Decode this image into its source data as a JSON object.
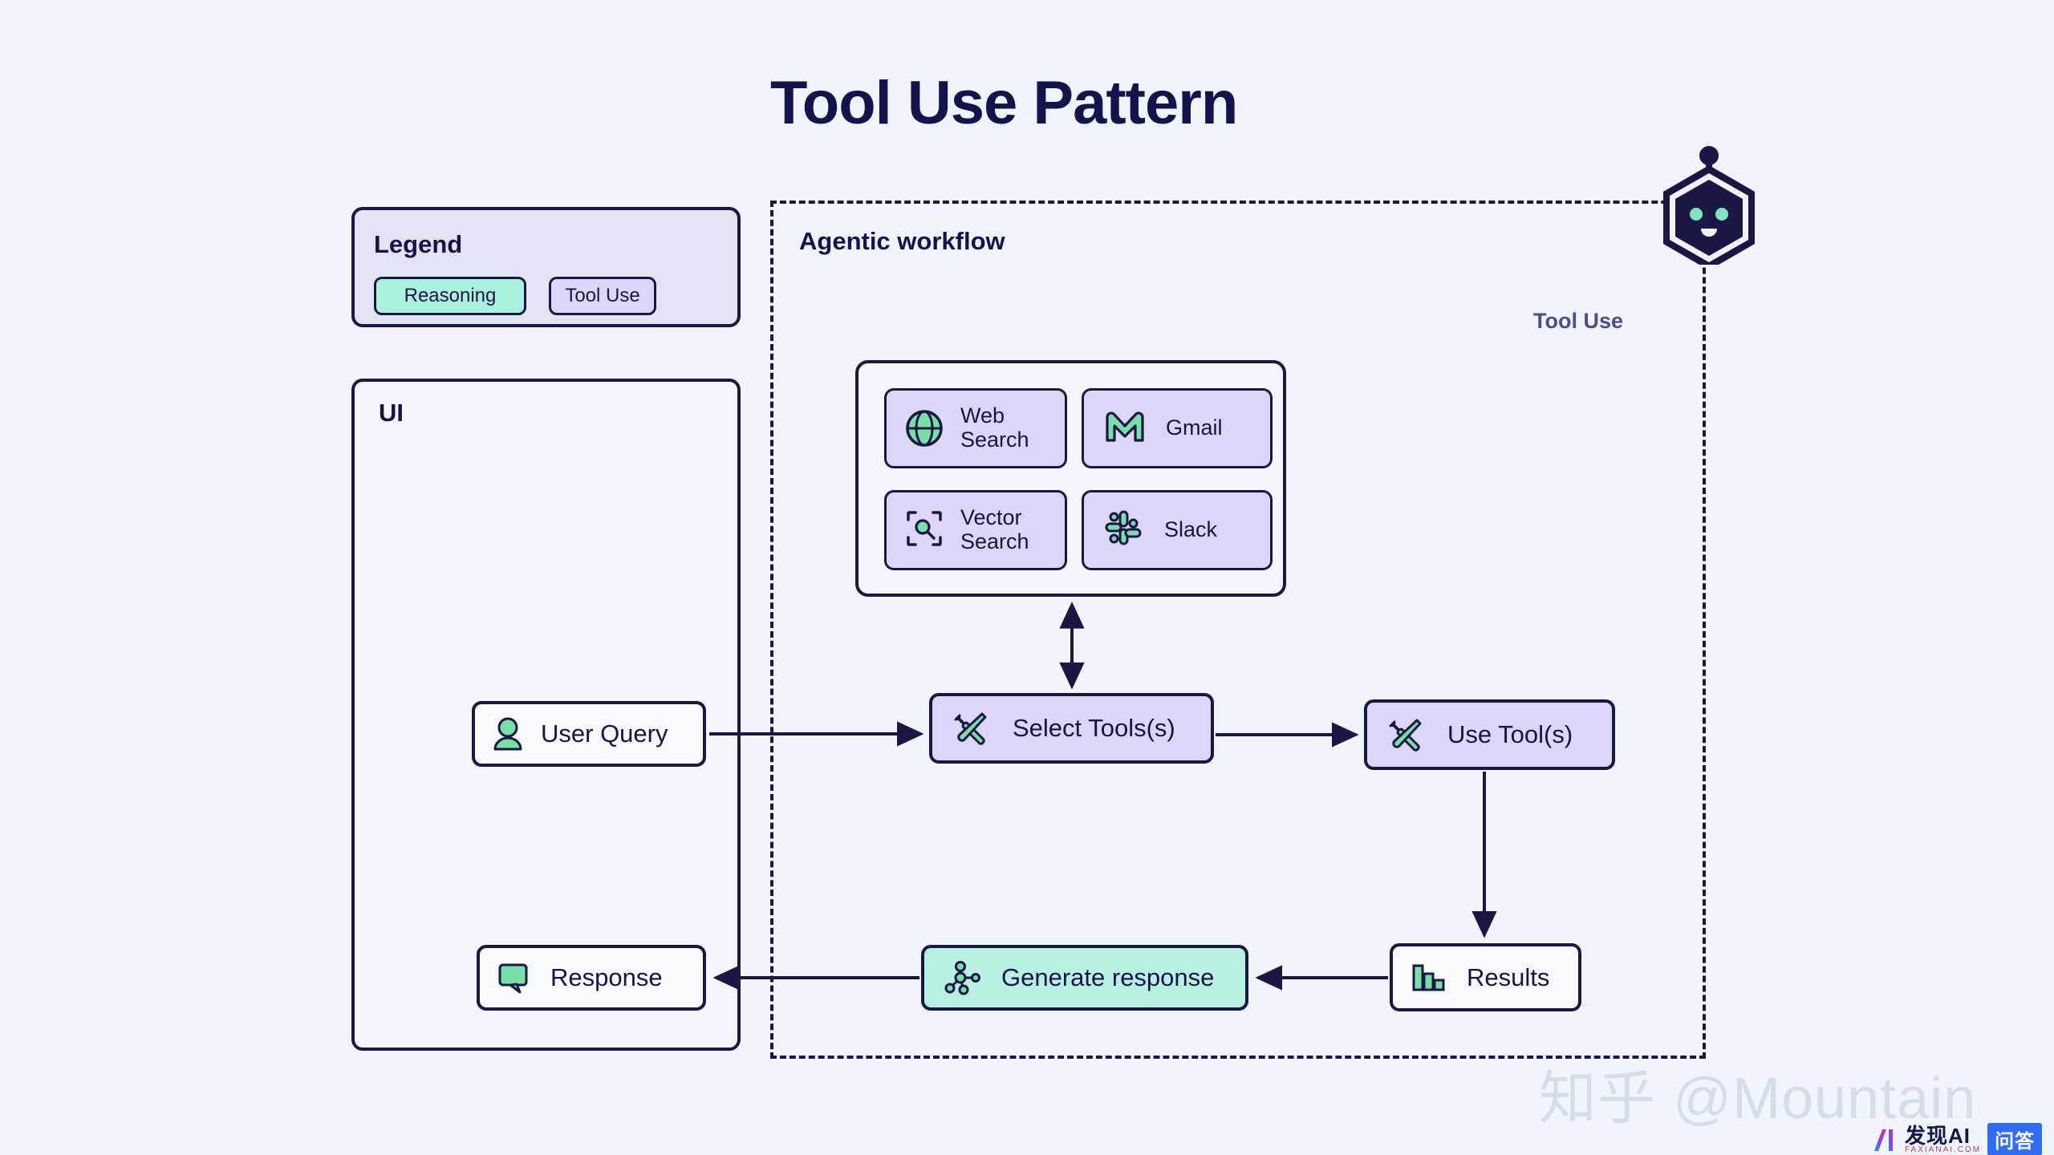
{
  "page": {
    "title": "Tool Use Pattern",
    "background_color": "#f0f4fd",
    "ink_color": "#15134b"
  },
  "legend": {
    "heading": "Legend",
    "items": [
      {
        "label": "Reasoning",
        "color": "#a9f0dd",
        "name": "legend-chip-reasoning"
      },
      {
        "label": "Tool Use",
        "color": "#dcd7f9",
        "name": "legend-chip-tool-use"
      }
    ]
  },
  "ui_panel": {
    "heading": "UI",
    "nodes": [
      {
        "label": "User Query",
        "icon": "user-icon",
        "fill": "#f7f9fc"
      },
      {
        "label": "Response",
        "icon": "speech-bubble-icon",
        "fill": "#f7f9fc"
      }
    ]
  },
  "workflow": {
    "heading": "Agentic workflow",
    "side_label": "Tool Use",
    "side_label_color": "#4d4a8f",
    "agent_icon": "robot-hexagon-icon"
  },
  "tools_panel": {
    "tools": [
      {
        "label": "Web\nSearch",
        "icon": "globe-icon",
        "fill": "#dcd7f9"
      },
      {
        "label": "Gmail",
        "icon": "gmail-icon",
        "fill": "#dcd7f9"
      },
      {
        "label": "Vector\nSearch",
        "icon": "vector-search-icon",
        "fill": "#dcd7f9"
      },
      {
        "label": "Slack",
        "icon": "slack-icon",
        "fill": "#dcd7f9"
      }
    ]
  },
  "process_nodes": [
    {
      "label": "Select Tools(s)",
      "icon": "tools-cross-icon",
      "fill": "#dcd7f9",
      "kind": "tool-use"
    },
    {
      "label": "Use Tool(s)",
      "icon": "tools-cross-icon",
      "fill": "#dcd7f9",
      "kind": "tool-use"
    },
    {
      "label": "Results",
      "icon": "bar-chart-icon",
      "fill": "#f7f9fc",
      "kind": "output"
    },
    {
      "label": "Generate response",
      "icon": "node-graph-icon",
      "fill": "#b8f0e2",
      "kind": "reasoning"
    }
  ],
  "connections": [
    {
      "from": "User Query",
      "to": "Select Tools(s)",
      "direction": "one-way"
    },
    {
      "from": "Tools panel",
      "to": "Select Tools(s)",
      "direction": "two-way"
    },
    {
      "from": "Select Tools(s)",
      "to": "Use Tool(s)",
      "direction": "one-way"
    },
    {
      "from": "Use Tool(s)",
      "to": "Results",
      "direction": "one-way"
    },
    {
      "from": "Results",
      "to": "Generate response",
      "direction": "one-way"
    },
    {
      "from": "Generate response",
      "to": "Response",
      "direction": "one-way"
    }
  ],
  "watermark": {
    "author": "知乎 @Mountain",
    "badge_ai": "AI",
    "badge_cn": "发现AI",
    "badge_url": "FAXIANAI.COM",
    "badge_qa": "问答"
  }
}
